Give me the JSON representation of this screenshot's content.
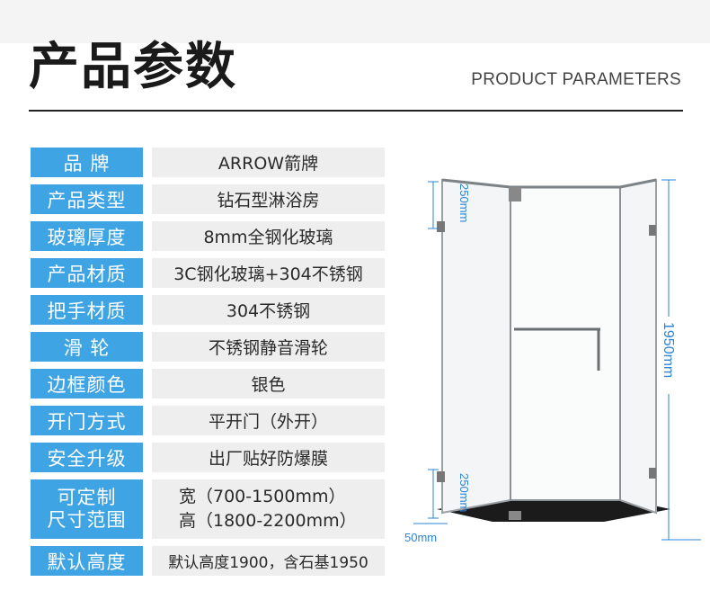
{
  "header": {
    "title": "产品参数",
    "subtitle": "PRODUCT PARAMETERS"
  },
  "params": [
    {
      "label": "品 牌",
      "value": "ARROW箭牌"
    },
    {
      "label": "产品类型",
      "value": "钻石型淋浴房"
    },
    {
      "label": "玻璃厚度",
      "value": "8mm全钢化玻璃"
    },
    {
      "label": "产品材质",
      "value": "3C钢化玻璃+304不锈钢"
    },
    {
      "label": "把手材质",
      "value": "304不锈钢"
    },
    {
      "label": "滑 轮",
      "value": "不锈钢静音滑轮"
    },
    {
      "label": "边框颜色",
      "value": "银色"
    },
    {
      "label": "开门方式",
      "value": "平开门（外开）"
    },
    {
      "label": "安全升级",
      "value": "出厂贴好防爆膜"
    },
    {
      "label_line1": "可定制",
      "label_line2": "尺寸范围",
      "value_line1": "宽（700-1500mm）",
      "value_line2": "高（1800-2200mm）"
    },
    {
      "label": "默认高度",
      "value": "默认高度1900，含石基1950"
    }
  ],
  "diagram": {
    "dim_top_hinge": "250mm",
    "dim_height": "1950mm",
    "dim_bottom_hinge": "250mm",
    "dim_base": "50mm"
  },
  "colors": {
    "label_bg": "#3fa4e4",
    "value_bg": "#eeeeee",
    "dimension": "#2a86d6"
  }
}
